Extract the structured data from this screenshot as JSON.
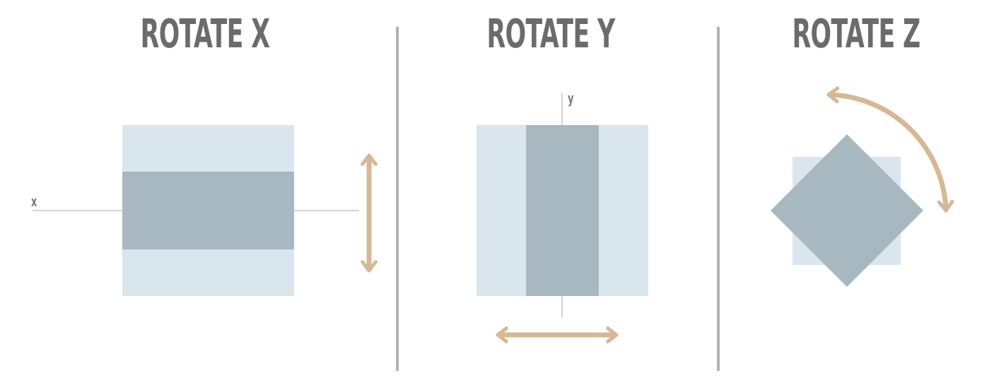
{
  "panels": {
    "rotate_x": {
      "title": "ROTATE X",
      "axis_label": "x"
    },
    "rotate_y": {
      "title": "ROTATE Y",
      "axis_label": "y"
    },
    "rotate_z": {
      "title": "ROTATE Z"
    }
  },
  "colors": {
    "title_text": "#6b6b6b",
    "divider": "#b3b3b3",
    "back_square": "#d9e6ee",
    "rotated_shape": "#a7b8c0",
    "arrow": "#d6b896",
    "axis_line": "#a8a8a8"
  }
}
